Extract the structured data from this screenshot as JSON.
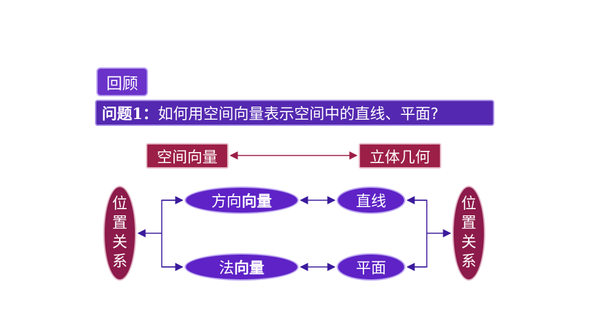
{
  "review_label": "回顾",
  "question": {
    "prefix": "问题1：",
    "text": "如何用空间向量表示空间中的直线、平面?"
  },
  "top_row": {
    "left": "空间向量",
    "right": "立体几何"
  },
  "nodes": {
    "direction_vector": {
      "normal_part": "方向",
      "bold_part": "向量"
    },
    "normal_vector": {
      "normal_part": "法",
      "bold_part": "向量"
    },
    "line": "直线",
    "plane": "平面"
  },
  "side_labels": {
    "left": "位置关系",
    "right": "位置关系"
  },
  "colors": {
    "review_bg": "#6a32c9",
    "question_bg": "#5428b0",
    "maroon": "#9c1f47",
    "ellipse_purple": "#5e22c6",
    "side_maroon": "#8c1a4a",
    "connector": "#3b1a9c",
    "top_arrow": "#9c1f47"
  }
}
